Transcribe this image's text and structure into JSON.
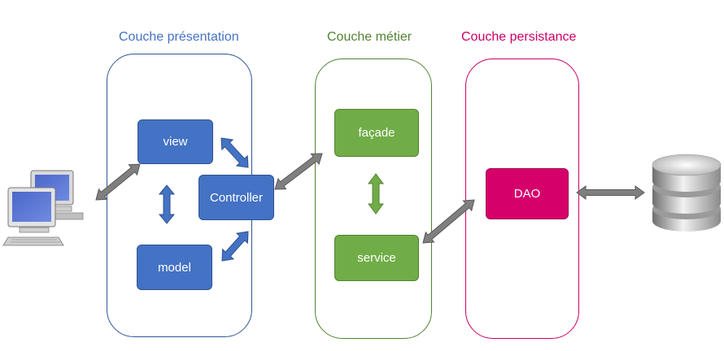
{
  "layers": {
    "presentation": {
      "title": "Couche présentation",
      "color": "#4472c4"
    },
    "metier": {
      "title": "Couche métier",
      "color": "#548235"
    },
    "persistance": {
      "title": "Couche persistance",
      "color": "#cc0066"
    }
  },
  "nodes": {
    "view": "view",
    "controller": "Controller",
    "model": "model",
    "facade": "façade",
    "service": "service",
    "dao": "DAO"
  },
  "icons": {
    "client": "computer-workstation-icon",
    "database": "database-icon"
  },
  "colors": {
    "presentation_fill": "#4472c4",
    "metier_fill": "#70ad47",
    "persistance_fill": "#d6006b",
    "arrow_gray": "#7f7f7f"
  }
}
